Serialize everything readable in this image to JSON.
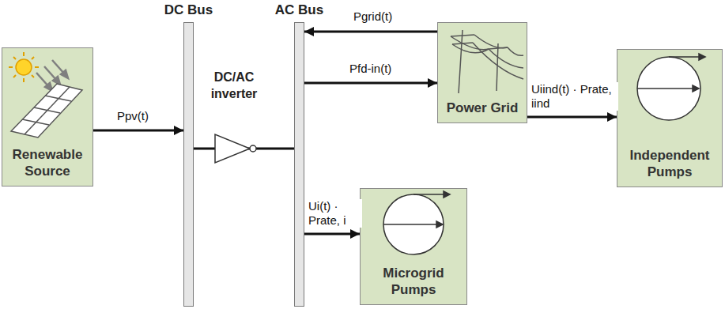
{
  "diagram": {
    "nodes": [
      {
        "text": [
          "Renewable Source"
        ]
      },
      {
        "text": [
          "DC Bus"
        ]
      },
      {
        "text": [
          "AC Bus"
        ]
      },
      {
        "text": [
          "Power Grid"
        ]
      },
      {
        "text": [
          "Independent Pumps"
        ]
      },
      {
        "text": [
          "Microgrid Pumps"
        ]
      }
    ],
    "edges": [
      {
        "from": 0,
        "to": 1,
        "label": "Ppv(t)",
        "arrow": "to"
      },
      {
        "from": 1,
        "to": 2,
        "arrow": "none"
      },
      {
        "from": 3,
        "to": 2,
        "label": "Pgrid(t)",
        "arrow": "to"
      },
      {
        "from": 2,
        "to": 3,
        "label": "Pfd-in(t)",
        "arrow": "to"
      },
      {
        "from": 3,
        "to": 4,
        "label": "Uiind(t) · Prate, iind",
        "arrow": "to"
      },
      {
        "from": 2,
        "to": 5,
        "label": "Ui(t) · Prate, i",
        "arrow": "to"
      }
    ],
    "labels": [
      "DC/AC inverter"
    ]
  }
}
